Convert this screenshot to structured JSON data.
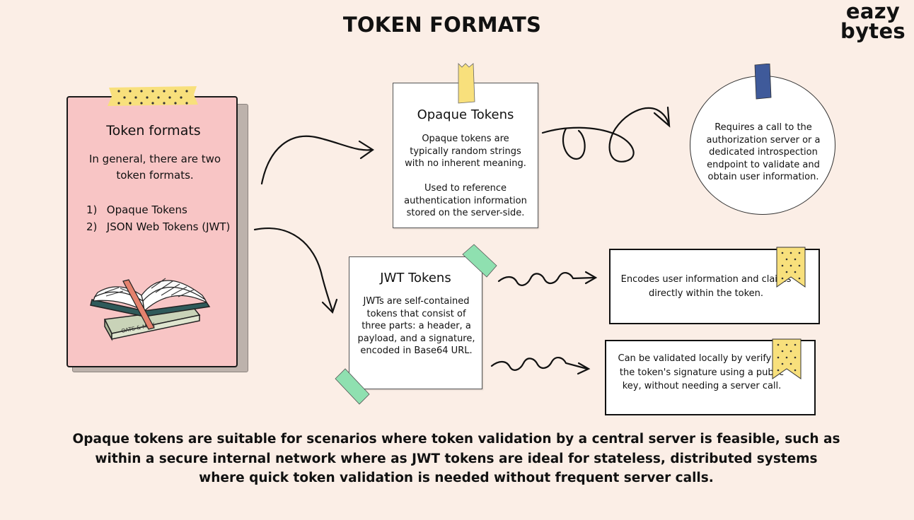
{
  "title": "TOKEN FORMATS",
  "logo": {
    "line1": "eazy",
    "line2": "bytes"
  },
  "card": {
    "title": "Token formats",
    "intro": "In general, there are two token formats.",
    "items": [
      {
        "num": "1)",
        "label": "Opaque Tokens"
      },
      {
        "num": "2)",
        "label": "JSON Web Tokens (JWT)"
      }
    ],
    "book_label": "OATS & MILK"
  },
  "opaque": {
    "title": "Opaque Tokens",
    "desc1": "Opaque tokens are typically random strings with no inherent meaning.",
    "desc2": "Used to reference authentication information stored on the server-side.",
    "detail": "Requires a call to the authorization server or a dedicated introspection endpoint to validate and obtain user information."
  },
  "jwt": {
    "title": "JWT Tokens",
    "desc": "JWTs are self-contained tokens that consist of three parts: a header, a payload, and a signature, encoded in Base64 URL.",
    "detail1": "Encodes user information and claims directly within the token.",
    "detail2": "Can be validated locally by verifying the token's signature using a public key, without needing a server call."
  },
  "summary": "Opaque tokens are suitable for scenarios where token validation by a central server is feasible, such as within a secure internal network where as JWT tokens are ideal for stateless, distributed systems where quick token validation is needed without frequent server calls.",
  "colors": {
    "background": "#fbeee6",
    "card": "#f8c5c5",
    "tape_yellow": "#f8e07c",
    "tape_green": "#8fe0b0",
    "tape_blue": "#3f5a9a"
  }
}
